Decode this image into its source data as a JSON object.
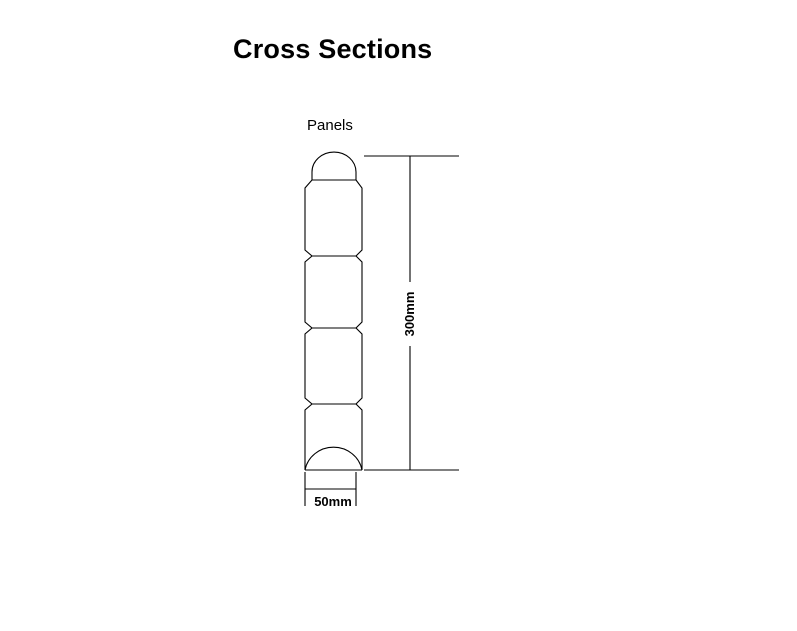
{
  "diagram": {
    "title": "Cross Sections",
    "subtitle": "Panels",
    "dimensions": {
      "height_label": "300mm",
      "width_label": "50mm"
    },
    "colors": {
      "stroke": "#000000",
      "background": "#ffffff"
    }
  }
}
